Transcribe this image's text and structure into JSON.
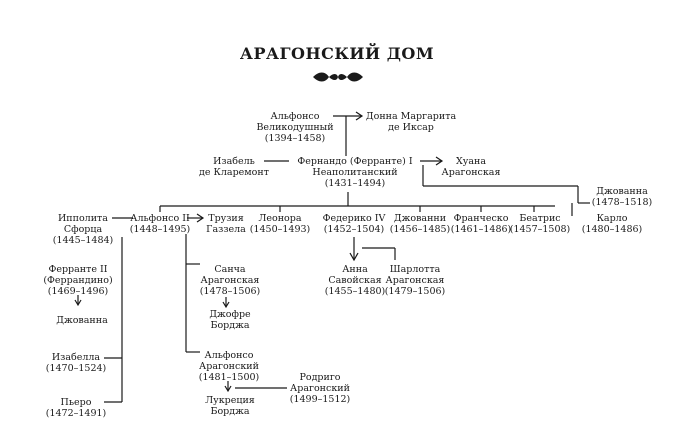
{
  "title": "АРАГОНСКИЙ ДОМ",
  "people": {
    "alfonso_v": {
      "line1": "Альфонсо",
      "line2": "Великодушный",
      "line3": "(1394–1458)"
    },
    "donna_margarita": {
      "line1": "Донна Маргарита",
      "line2": "де Иксар"
    },
    "izabel": {
      "line1": "Изабель",
      "line2": "де Кларемонт"
    },
    "ferdinando": {
      "line1": "Фернандо (Ферранте) I",
      "line2": "Неаполитанский",
      "line3": "(1431–1494)"
    },
    "huana": {
      "line1": "Хуана",
      "line2": "Арагонская"
    },
    "dzhovanna_1478": {
      "line1": "Джованна",
      "line2": "(1478–1518)"
    },
    "ippolita": {
      "line1": "Ипполита",
      "line2": "Сфорца",
      "line3": "(1445–1484)"
    },
    "alfonso_ii": {
      "line1": "Альфонсо II",
      "line2": "(1448–1495)"
    },
    "truziya": {
      "line1": "Трузия",
      "line2": "Газзела"
    },
    "leonora": {
      "line1": "Леонора",
      "line2": "(1450–1493)"
    },
    "federiko": {
      "line1": "Федерико IV",
      "line2": "(1452–1504)"
    },
    "dzhovanni": {
      "line1": "Джованни",
      "line2": "(1456–1485)"
    },
    "francheско": {
      "line1": "Франческо",
      "line2": "(1461–1486)"
    },
    "beatris": {
      "line1": "Беатрис",
      "line2": "(1457–1508)"
    },
    "karlo": {
      "line1": "Карло",
      "line2": "(1480–1486)"
    },
    "ferrante_ii": {
      "line1": "Ферранте II",
      "line2": "(Феррандино)",
      "line3": "(1469–1496)"
    },
    "dzhovanna_small": {
      "line1": "Джованна"
    },
    "izabella": {
      "line1": "Изабелла",
      "line2": "(1470–1524)"
    },
    "piero": {
      "line1": "Пьеро",
      "line2": "(1472–1491)"
    },
    "sancha": {
      "line1": "Санча",
      "line2": "Арагонская",
      "line3": "(1478–1506)"
    },
    "dzhofre": {
      "line1": "Джофре",
      "line2": "Борджа"
    },
    "alfonso_arag": {
      "line1": "Альфонсо",
      "line2": "Арагонский",
      "line3": "(1481–1500)"
    },
    "lukreciya": {
      "line1": "Лукреция",
      "line2": "Борджа"
    },
    "rodrigo": {
      "line1": "Родриго",
      "line2": "Арагонский",
      "line3": "(1499–1512)"
    },
    "anna": {
      "line1": "Анна",
      "line2": "Савойская",
      "line3": "(1455–1480)"
    },
    "sharlotta": {
      "line1": "Шарлотта",
      "line2": "Арагонская",
      "line3": "(1479–1506)"
    }
  }
}
